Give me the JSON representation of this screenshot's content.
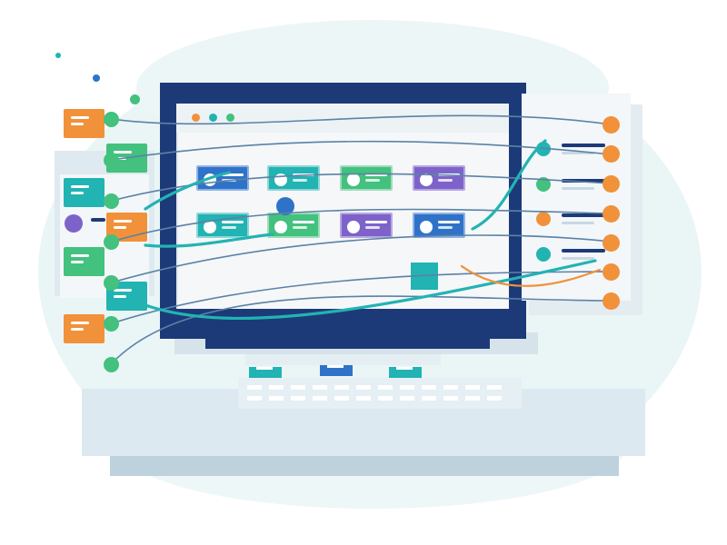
{
  "illustration": {
    "subject": "computer-monitor-with-connected-data-flows",
    "colors": {
      "teal": "#22b3b3",
      "green": "#43c17e",
      "orange": "#f1913a",
      "blue": "#2f73c9",
      "purple": "#7d63c9",
      "navy": "#1d3a78",
      "background_blob": "#e8f4f6",
      "screen": "#f6f8fa",
      "connector_line": "#5b82a6"
    },
    "monitor": {
      "window_dots": [
        "orange",
        "teal",
        "green"
      ],
      "card_rows": [
        [
          "blue",
          "teal",
          "green",
          "purple"
        ],
        [
          "teal",
          "green",
          "purple",
          "blue"
        ]
      ]
    },
    "left_panel": {
      "tiles": [
        "orange",
        "green",
        "teal",
        "orange",
        "green",
        "teal",
        "orange"
      ]
    },
    "right_panel": {
      "rows": [
        "teal",
        "green",
        "orange",
        "teal"
      ]
    },
    "icons": [
      "dot-icon",
      "card-icon",
      "node-icon",
      "keyboard-key-icon"
    ]
  }
}
